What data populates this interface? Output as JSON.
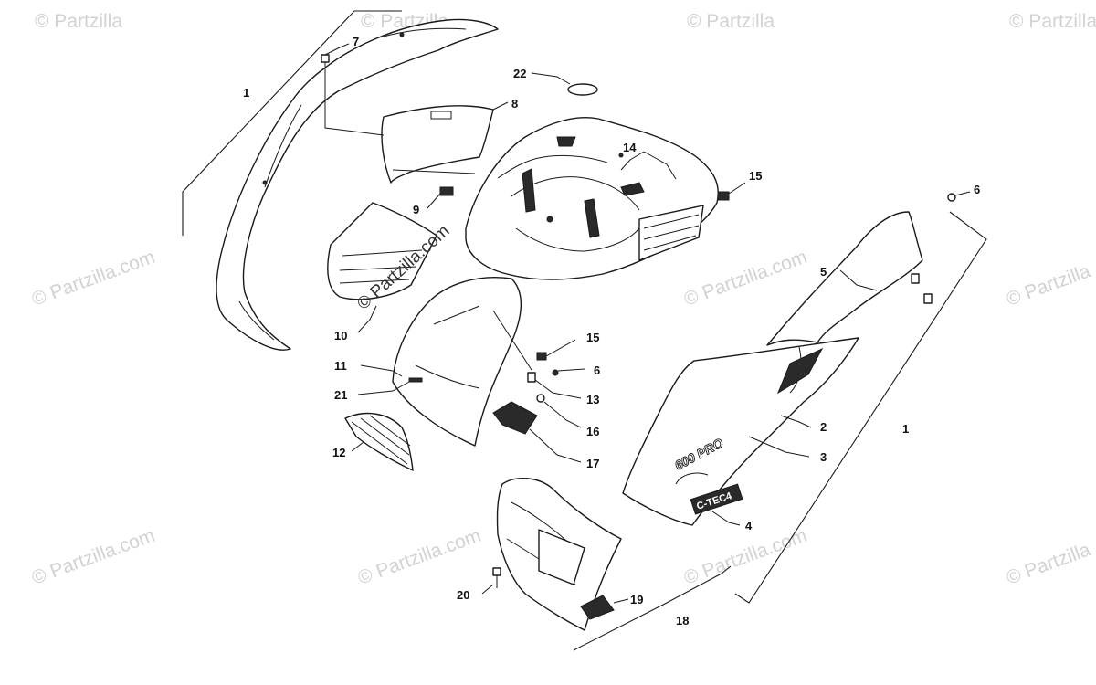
{
  "watermark": {
    "corner_text": "© Partzilla",
    "corner_text_alt": "© Partzilla.com",
    "center_text": "© Partzilla.com"
  },
  "decals": {
    "model_decal": "600 PRO",
    "badge_decal": "C-TEC4"
  },
  "callouts": [
    "1",
    "1",
    "2",
    "3",
    "4",
    "5",
    "6",
    "6",
    "7",
    "8",
    "9",
    "10",
    "11",
    "12",
    "13",
    "14",
    "15",
    "15",
    "16",
    "17",
    "18",
    "19",
    "20",
    "21",
    "22"
  ]
}
